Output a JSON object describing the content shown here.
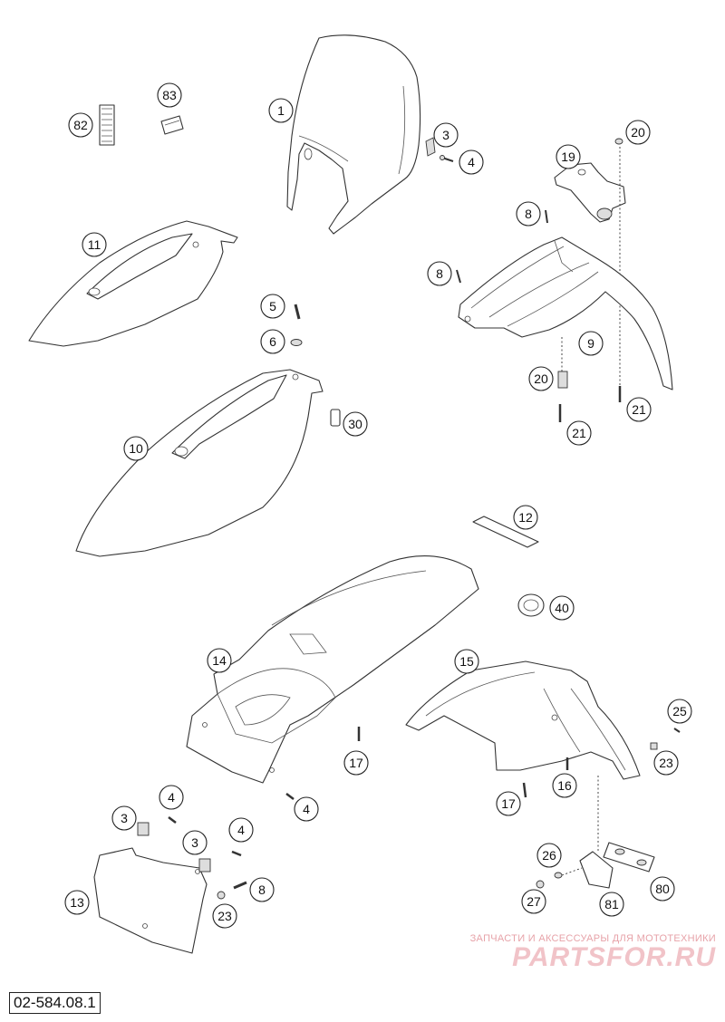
{
  "diagram_code": "02-584.08.1",
  "watermark": {
    "tagline": "ЗАПЧАСТИ И АКСЕССУАРЫ ДЛЯ МОТОТЕХНИКИ",
    "logo": "PARTSFOR.RU"
  },
  "callouts": {
    "c1": "1",
    "c2": "3",
    "c3": "4",
    "c4": "82",
    "c5": "83",
    "c6": "20",
    "c7": "19",
    "c8": "8",
    "c9": "11",
    "c10": "8",
    "c11": "5",
    "c12": "6",
    "c13": "9",
    "c14": "20",
    "c15": "21",
    "c16": "21",
    "c17": "10",
    "c18": "30",
    "c19": "12",
    "c20": "40",
    "c21": "14",
    "c22": "15",
    "c23": "25",
    "c24": "23",
    "c25": "17",
    "c26": "16",
    "c27": "17",
    "c28": "4",
    "c29": "4",
    "c30": "3",
    "c31": "3",
    "c32": "4",
    "c33": "8",
    "c34": "13",
    "c35": "23",
    "c36": "26",
    "c37": "27",
    "c38": "81",
    "c39": "80"
  }
}
